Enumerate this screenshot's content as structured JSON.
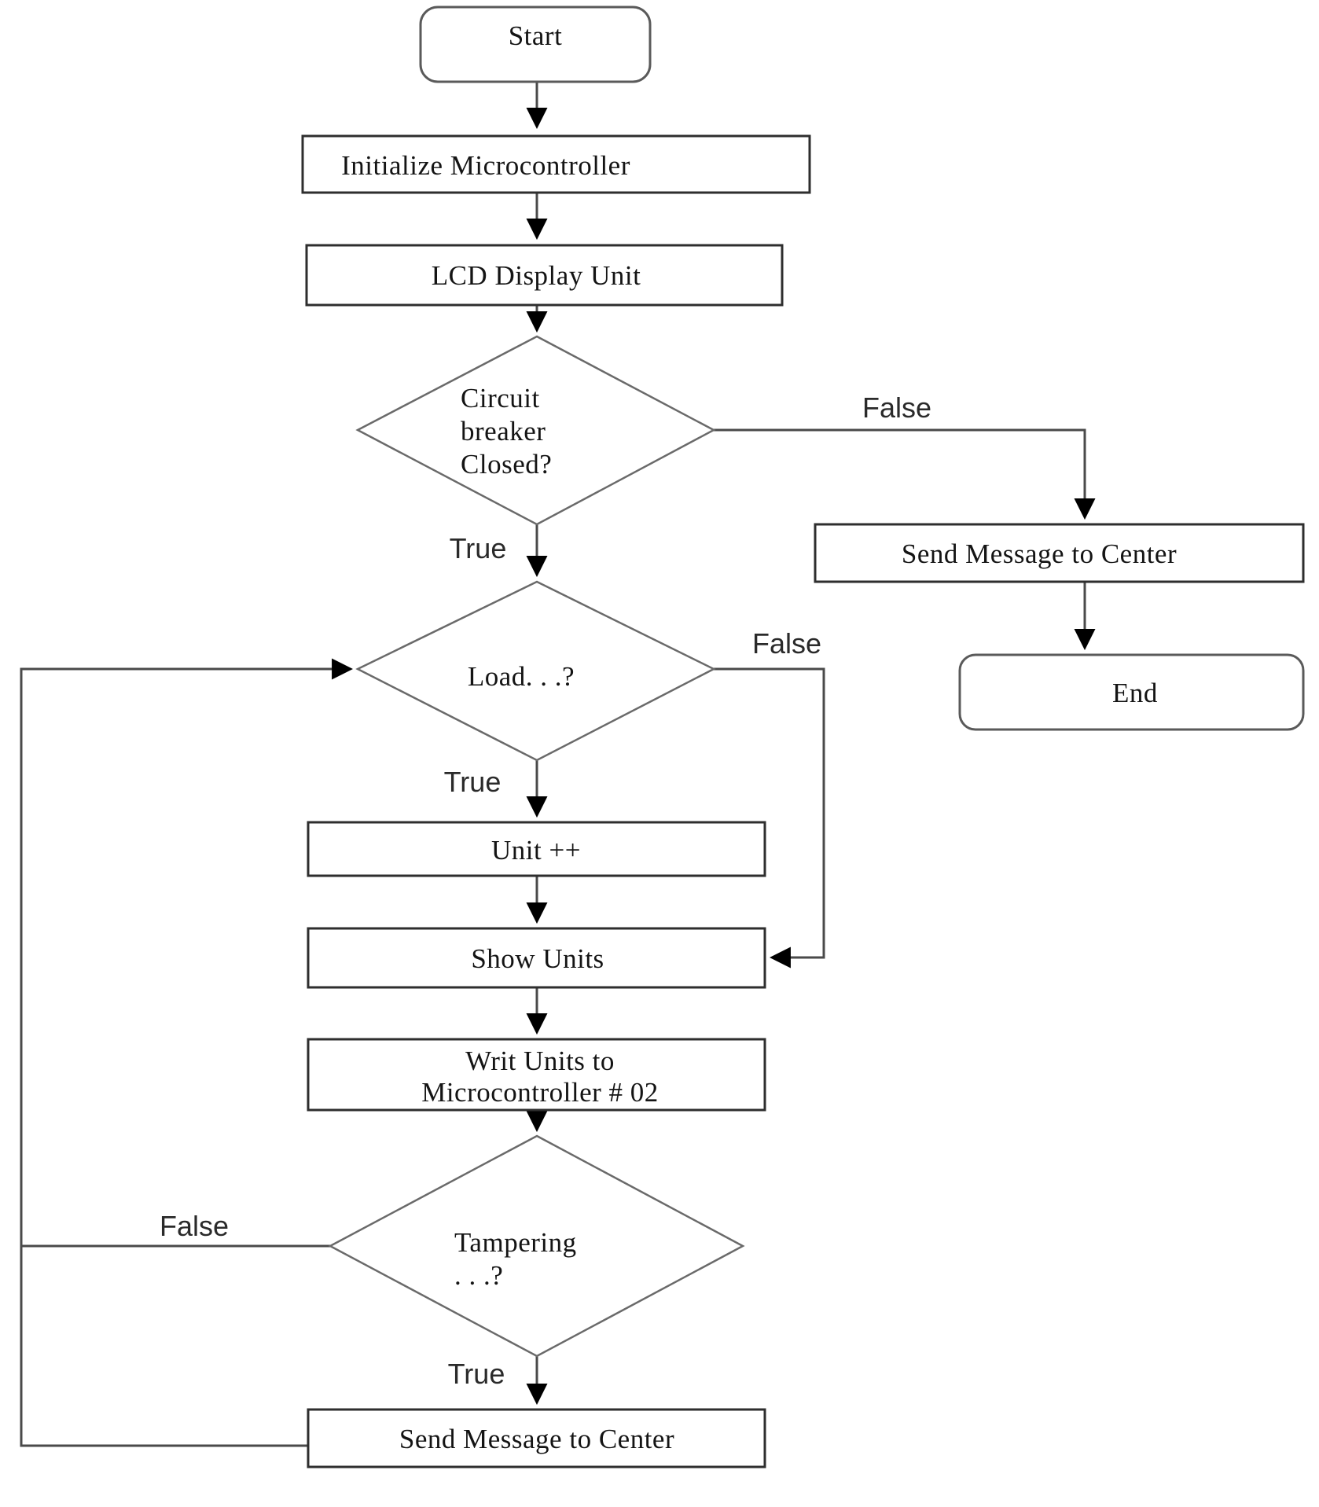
{
  "flowchart": {
    "nodes": {
      "start": {
        "label": "Start"
      },
      "initialize": {
        "label": "Initialize Microcontroller"
      },
      "lcd": {
        "label": "LCD Display Unit"
      },
      "circuit_breaker": {
        "line1": "Circuit",
        "line2": "breaker",
        "line3": "Closed?"
      },
      "send_message_center_1": {
        "label": "Send Message to Center"
      },
      "end": {
        "label": "End"
      },
      "load": {
        "label": "Load. . .?"
      },
      "unit_increment": {
        "label": "Unit ++"
      },
      "show_units": {
        "label": "Show Units"
      },
      "write_units": {
        "line1": "Writ Units to",
        "line2": "Microcontroller # 02"
      },
      "tampering": {
        "line1": "Tampering",
        "line2": ". . .?"
      },
      "send_message_center_2": {
        "label": "Send Message to Center"
      }
    },
    "edge_labels": {
      "circuit_false": "False",
      "circuit_true": "True",
      "load_false": "False",
      "load_true": "True",
      "tampering_false": "False",
      "tampering_true": "True"
    },
    "colors": {
      "background": "#ffffff",
      "connector": "#4a4a4a",
      "process_border": "#2e2e2e",
      "terminator_border": "#5a5a5a",
      "decision_border": "#6a6a6a",
      "arrowhead": "#000000",
      "text": "#141414",
      "label_text": "#2a2a2a"
    }
  }
}
